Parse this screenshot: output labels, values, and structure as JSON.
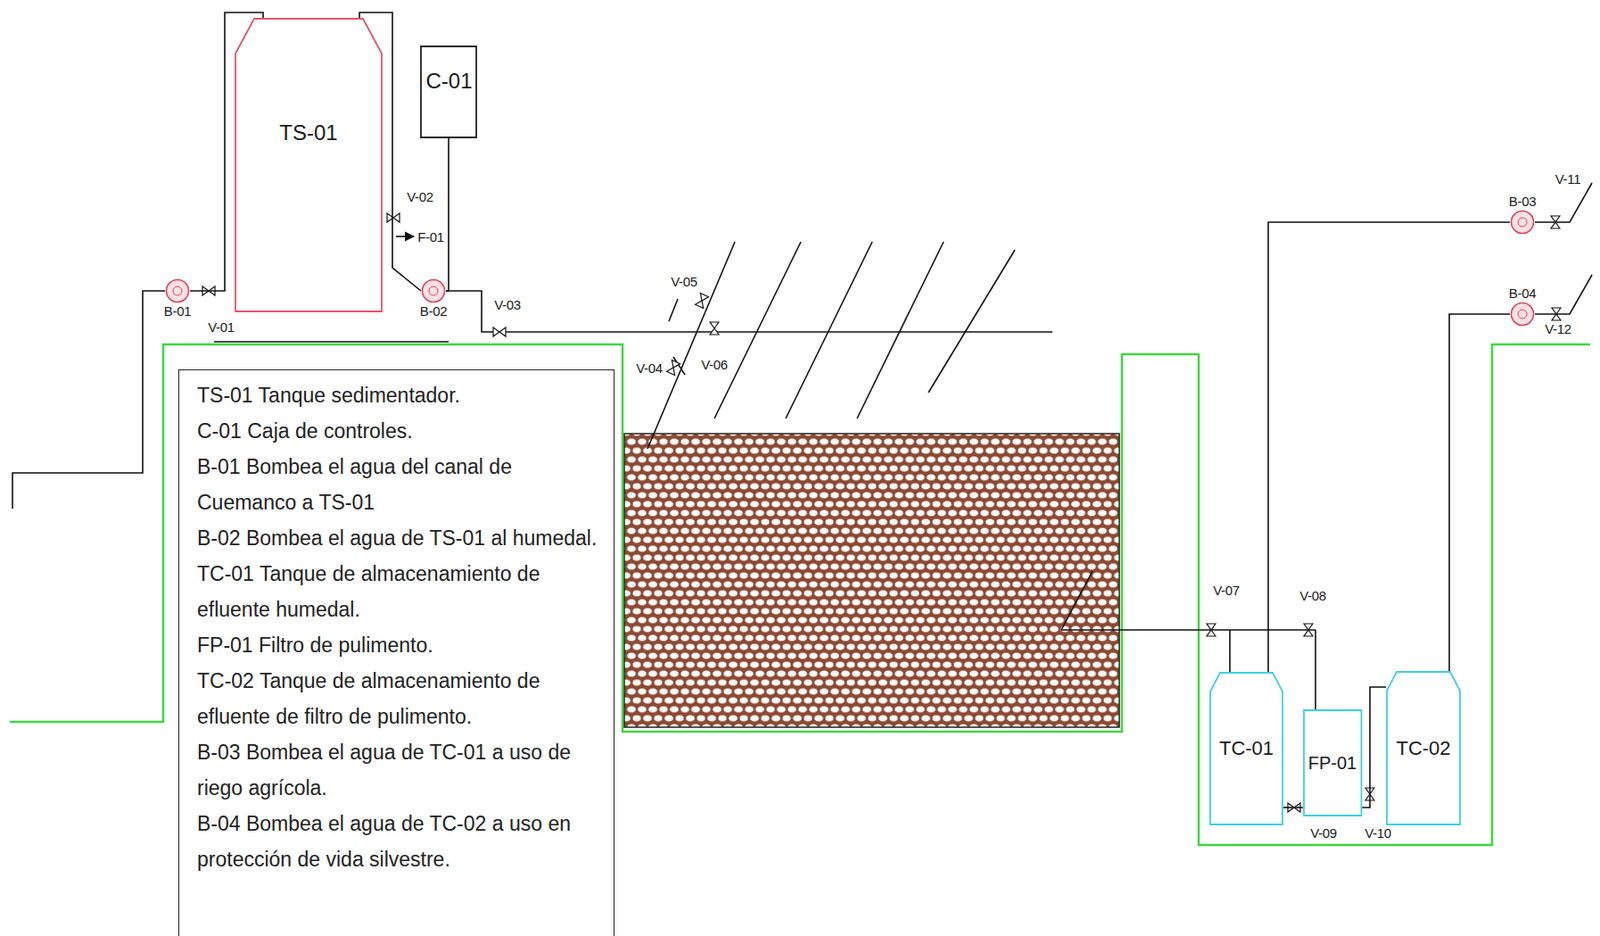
{
  "diagram": {
    "nodes": [
      {
        "text": [
          "TS-01"
        ]
      },
      {
        "text": [
          "C-01"
        ]
      },
      {
        "text": [
          "B-01"
        ]
      },
      {
        "text": [
          "B-02"
        ]
      },
      {
        "text": [
          "B-03"
        ]
      },
      {
        "text": [
          "B-04"
        ]
      },
      {
        "text": [
          "TS-01 Tanque sedimentador.",
          "C-01 Caja de controles.",
          "B-01 Bombea el agua del canal de Cuemanco a TS-01",
          "B-02 Bombea el agua de TS-01 al humedal.",
          "TC-01 Tanque de almacenamiento de efluente humedal.",
          "FP-01 Filtro de pulimento.",
          "TC-02 Tanque de almacenamiento de efluente de filtro de pulimento.",
          "B-03 Bombea el agua de TC-01 a uso de riego agrícola.",
          "B-04 Bombea el agua de TC-02 a uso en protección de vida silvestre."
        ]
      },
      {
        "text": [
          "TC-01"
        ]
      },
      {
        "text": [
          "FP-01"
        ]
      },
      {
        "text": [
          "TC-02"
        ]
      }
    ],
    "edges": [
      {
        "from": 2,
        "to": 0,
        "arrow": "none"
      },
      {
        "from": 0,
        "to": 3,
        "arrow": "none"
      },
      {
        "from": 1,
        "to": 3,
        "arrow": "none"
      },
      {
        "from": 7,
        "to": 4,
        "arrow": "none"
      },
      {
        "from": 7,
        "to": 8,
        "arrow": "none"
      },
      {
        "from": 8,
        "to": 9,
        "arrow": "none"
      },
      {
        "from": 9,
        "to": 5,
        "arrow": "none"
      }
    ],
    "labels": [
      "V-01",
      "V-02",
      "F-01",
      "V-03",
      "V-05",
      "V-04",
      "V-06",
      "V-07",
      "V-08",
      "V-09",
      "V-10",
      "V-11",
      "V-12"
    ]
  }
}
